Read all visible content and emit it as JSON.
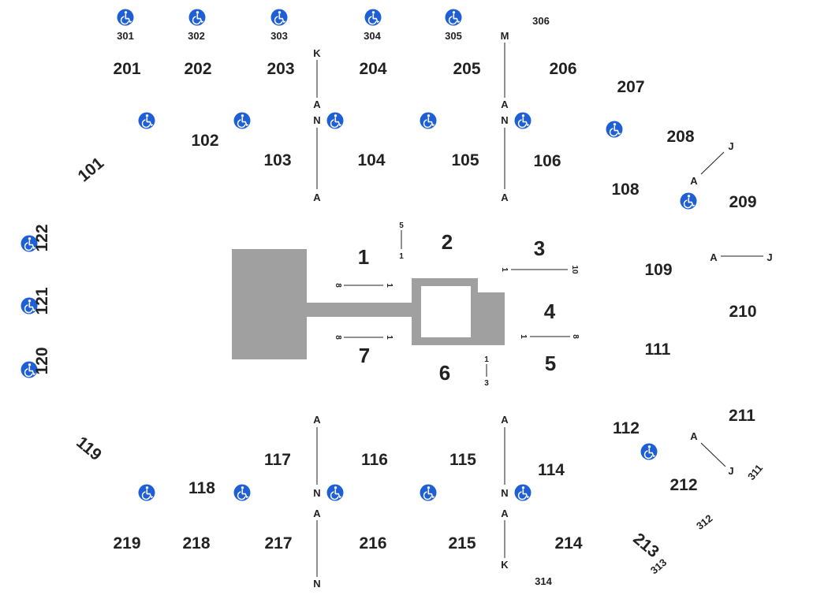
{
  "sections": {
    "s101": "101",
    "s102": "102",
    "s103": "103",
    "s104": "104",
    "s105": "105",
    "s106": "106",
    "s108": "108",
    "s109": "109",
    "s111": "111",
    "s112": "112",
    "s114": "114",
    "s115": "115",
    "s116": "116",
    "s117": "117",
    "s118": "118",
    "s119": "119",
    "s120": "120",
    "s121": "121",
    "s122": "122",
    "s201": "201",
    "s202": "202",
    "s203": "203",
    "s204": "204",
    "s205": "205",
    "s206": "206",
    "s207": "207",
    "s208": "208",
    "s209": "209",
    "s210": "210",
    "s211": "211",
    "s212": "212",
    "s213": "213",
    "s214": "214",
    "s215": "215",
    "s216": "216",
    "s217": "217",
    "s218": "218",
    "s219": "219",
    "s301": "301",
    "s302": "302",
    "s303": "303",
    "s304": "304",
    "s305": "305",
    "s306": "306",
    "s311": "311",
    "s312": "312",
    "s313": "313",
    "s314": "314",
    "f1": "1",
    "f2": "2",
    "f3": "3",
    "f4": "4",
    "f5": "5",
    "f6": "6",
    "f7": "7"
  },
  "rows": {
    "K": "K",
    "A": "A",
    "N": "N",
    "M": "M",
    "J": "J",
    "n1": "1",
    "n3": "3",
    "n5": "5",
    "n8": "8",
    "n10": "10"
  },
  "icons": {
    "accessible": "wheelchair-accessible-icon"
  },
  "colors": {
    "icon_blue": "#1f5fd6",
    "stage_gray": "#a0a0a0",
    "text": "#222222"
  }
}
